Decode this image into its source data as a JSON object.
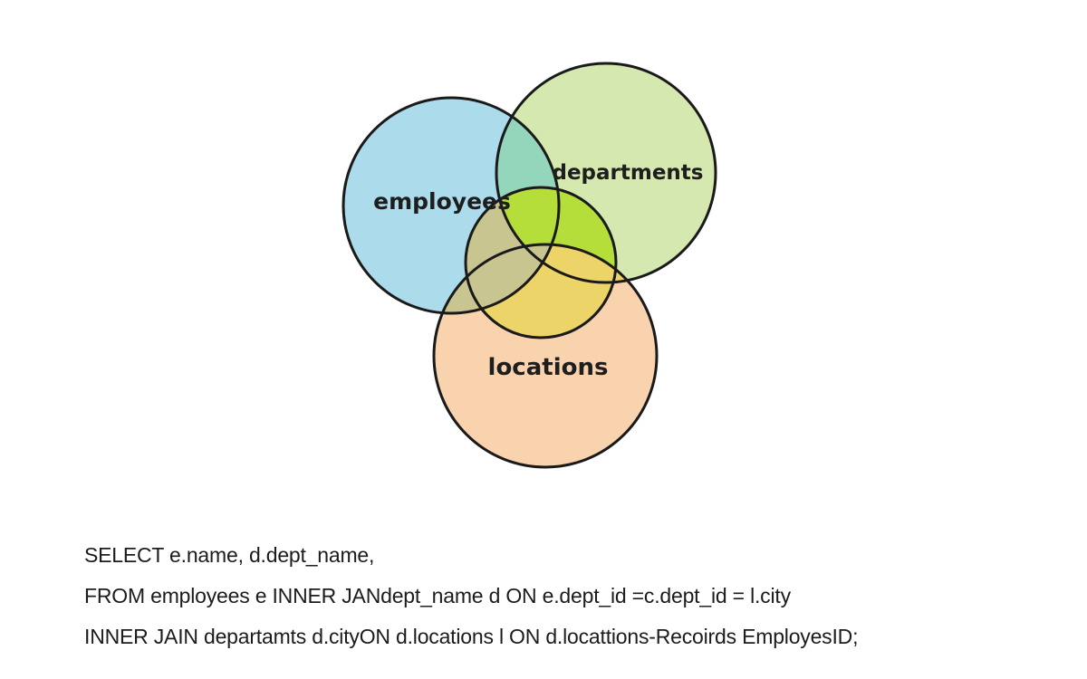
{
  "diagram": {
    "sets": {
      "employees": {
        "label": "employees",
        "color": "#acdceb"
      },
      "departments": {
        "label": "departments",
        "color": "#d4e8b0"
      },
      "locations": {
        "label": "locations",
        "color": "#f9d2ae"
      }
    },
    "overlap_colors": {
      "employees_departments": "#93d6bc",
      "employees_locations": "#c9c590",
      "departments_locations": "#edd468",
      "all_three": "#b5de3a"
    },
    "outline_color": "#1a1a1a"
  },
  "sql": {
    "lines": [
      "SELECT e.name, d.dept_name,",
      "FROM employees e INNER JANdept_name d  ON e.dept_id =c.dept_id = l.city",
      "INNER JAIN departamts d.cityON d.locations l  ON d.locattions-Recoirds EmployesID;"
    ]
  }
}
